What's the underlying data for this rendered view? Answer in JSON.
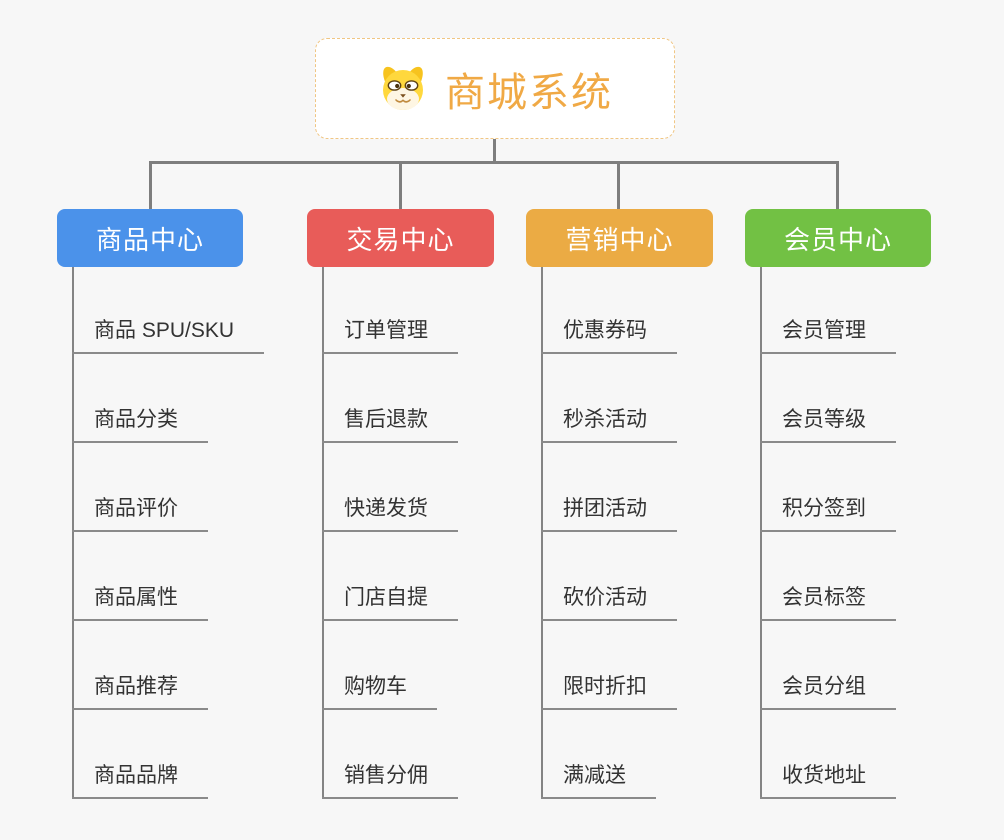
{
  "root": {
    "title": "商城系统",
    "icon": "dog-face-icon",
    "accent_color": "#F0A945",
    "border_color": "#F0C684"
  },
  "branches": [
    {
      "label": "商品中心",
      "color": "#4B92EA",
      "items": [
        "商品 SPU/SKU",
        "商品分类",
        "商品评价",
        "商品属性",
        "商品推荐",
        "商品品牌"
      ]
    },
    {
      "label": "交易中心",
      "color": "#E85C59",
      "items": [
        "订单管理",
        "售后退款",
        "快递发货",
        "门店自提",
        "购物车",
        "销售分佣"
      ]
    },
    {
      "label": "营销中心",
      "color": "#EBAB44",
      "items": [
        "优惠券码",
        "秒杀活动",
        "拼团活动",
        "砍价活动",
        "限时折扣",
        "满减送"
      ]
    },
    {
      "label": "会员中心",
      "color": "#72C144",
      "items": [
        "会员管理",
        "会员等级",
        "积分签到",
        "会员标签",
        "会员分组",
        "收货地址"
      ]
    }
  ]
}
